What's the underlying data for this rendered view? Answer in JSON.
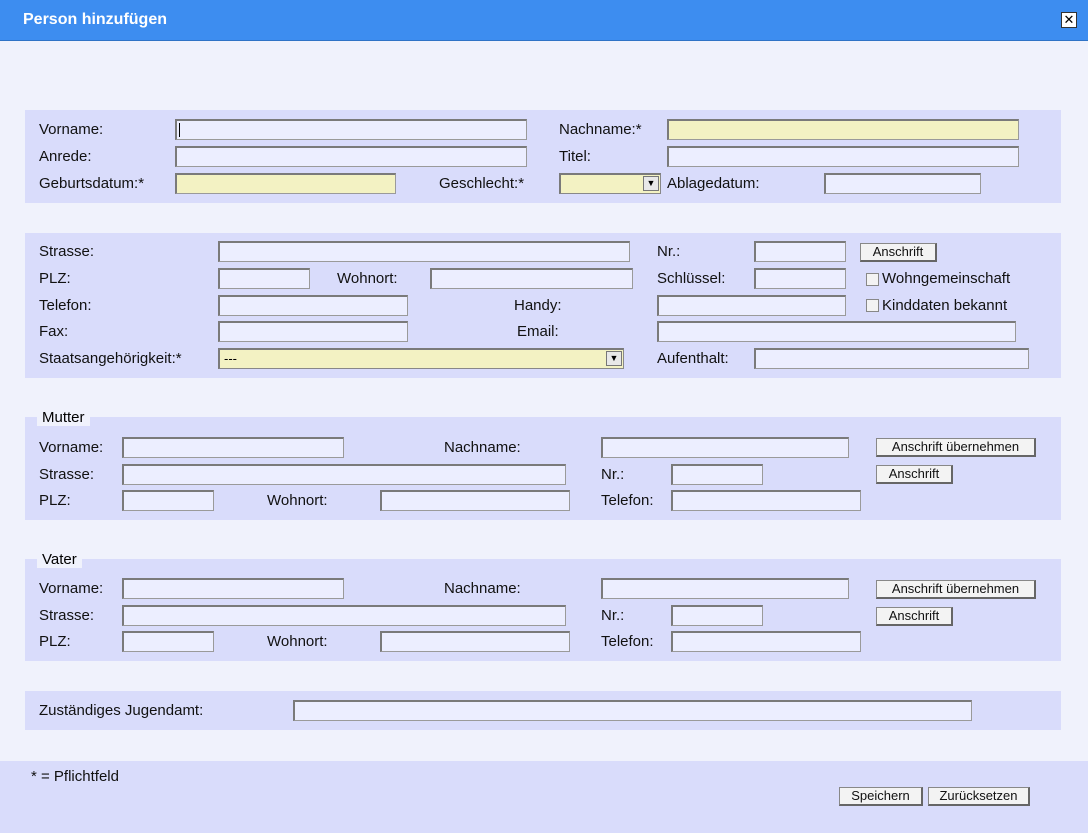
{
  "window": {
    "title": "Person hinzufügen",
    "close_glyph": "✕"
  },
  "person": {
    "vorname_label": "Vorname:",
    "nachname_label": "Nachname:*",
    "anrede_label": "Anrede:",
    "titel_label": "Titel:",
    "geburtsdatum_label": "Geburtsdatum:*",
    "geschlecht_label": "Geschlecht:*",
    "ablagedatum_label": "Ablagedatum:"
  },
  "address": {
    "strasse_label": "Strasse:",
    "nr_label": "Nr.:",
    "anschrift_button": "Anschrift",
    "plz_label": "PLZ:",
    "wohnort_label": "Wohnort:",
    "schluessel_label": "Schlüssel:",
    "wohngemeinschaft_label": "Wohngemeinschaft",
    "telefon_label": "Telefon:",
    "handy_label": "Handy:",
    "kinddaten_label": "Kinddaten bekannt",
    "fax_label": "Fax:",
    "email_label": "Email:",
    "staatsangehoerigkeit_label": "Staatsangehörigkeit:*",
    "staatsangehoerigkeit_value": "---",
    "aufenthalt_label": "Aufenthalt:"
  },
  "mutter": {
    "legend": "Mutter",
    "vorname_label": "Vorname:",
    "nachname_label": "Nachname:",
    "uebernehmen_button": "Anschrift übernehmen",
    "strasse_label": "Strasse:",
    "nr_label": "Nr.:",
    "anschrift_button": "Anschrift",
    "plz_label": "PLZ:",
    "wohnort_label": "Wohnort:",
    "telefon_label": "Telefon:"
  },
  "vater": {
    "legend": "Vater",
    "vorname_label": "Vorname:",
    "nachname_label": "Nachname:",
    "uebernehmen_button": "Anschrift übernehmen",
    "strasse_label": "Strasse:",
    "nr_label": "Nr.:",
    "anschrift_button": "Anschrift",
    "plz_label": "PLZ:",
    "wohnort_label": "Wohnort:",
    "telefon_label": "Telefon:"
  },
  "jugendamt": {
    "label": "Zuständiges Jugendamt:"
  },
  "footer": {
    "pflicht_note": "* = Pflichtfeld",
    "speichern_button": "Speichern",
    "zuruecksetzen_button": "Zurücksetzen"
  },
  "colors": {
    "titlebar": "#3d8df0",
    "panel": "#d9dcfb",
    "required_field": "#f3f2c3"
  },
  "icons": {
    "close": "close-icon",
    "dropdown": "chevron-down-icon"
  }
}
